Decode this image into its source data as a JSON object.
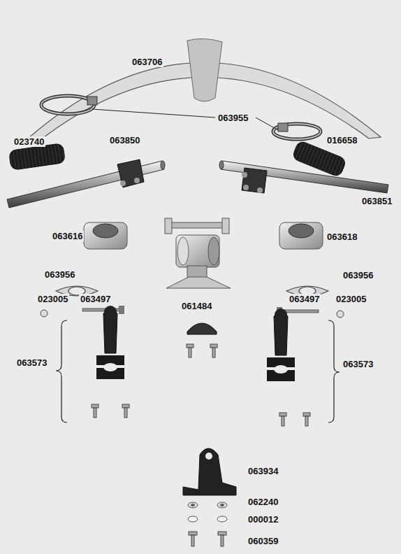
{
  "diagram": {
    "labels": [
      "063706",
      "063955",
      "023740",
      "063850",
      "016658",
      "063851",
      "063616",
      "063618",
      "063956",
      "063956",
      "023005",
      "063497",
      "061484",
      "063497",
      "023005",
      "063573",
      "063573",
      "063934",
      "062240",
      "000012",
      "060359"
    ]
  }
}
